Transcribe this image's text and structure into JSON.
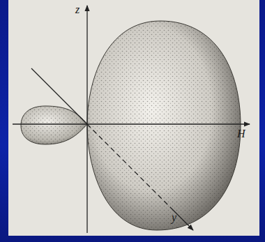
{
  "diagram": {
    "labels": [
      "z",
      "y",
      "H"
    ]
  }
}
